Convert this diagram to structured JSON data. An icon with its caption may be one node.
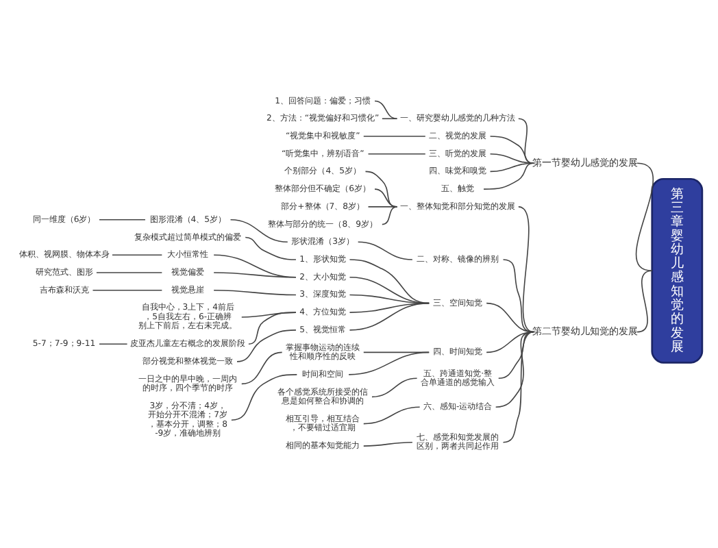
{
  "diagram": {
    "nodes": [
      {
        "text": [
          "第三章婴幼儿感知觉的发展"
        ]
      },
      {
        "text": [
          "第一节婴幼儿感觉的发展"
        ]
      },
      {
        "text": [
          "一、研究婴幼儿感觉的几种方法"
        ]
      },
      {
        "text": [
          "1、回答问题：偏爱；习惯"
        ]
      },
      {
        "text": [
          "2、方法：“视觉偏好和习惯化”"
        ]
      },
      {
        "text": [
          "二、视觉的发展"
        ]
      },
      {
        "text": [
          "“视觉集中和视敏度”"
        ]
      },
      {
        "text": [
          "三、听觉的发展"
        ]
      },
      {
        "text": [
          "“听觉集中，辨别语音”"
        ]
      },
      {
        "text": [
          "四、味觉和嗅觉"
        ]
      },
      {
        "text": [
          "五、触觉"
        ]
      },
      {
        "text": [
          "第二节婴幼儿知觉的发展"
        ]
      },
      {
        "text": [
          "一、整体知觉和部分知觉的发展"
        ]
      },
      {
        "text": [
          "个别部分（4、5岁）"
        ]
      },
      {
        "text": [
          "整体部分但不确定（6岁）"
        ]
      },
      {
        "text": [
          "部分+整体（7、8岁）"
        ]
      },
      {
        "text": [
          "整体与部分的统一（8、9岁）"
        ]
      },
      {
        "text": [
          "二、对称、镜像的辨别"
        ]
      },
      {
        "text": [
          "形状混淆（3岁）"
        ]
      },
      {
        "text": [
          "图形混淆（4、5岁）"
        ]
      },
      {
        "text": [
          "同一维度（6岁）"
        ]
      },
      {
        "text": [
          "三、空间知觉"
        ]
      },
      {
        "text": [
          "1、形状知觉"
        ]
      },
      {
        "text": [
          "复杂模式超过简单模式的偏爱"
        ]
      },
      {
        "text": [
          "2、大小知觉"
        ]
      },
      {
        "text": [
          "大小恒常性"
        ]
      },
      {
        "text": [
          "体积、视网膜、物体本身"
        ]
      },
      {
        "text": [
          "视觉偏爱"
        ]
      },
      {
        "text": [
          "研究范式、图形"
        ]
      },
      {
        "text": [
          "3、深度知觉"
        ]
      },
      {
        "text": [
          "视觉悬崖"
        ]
      },
      {
        "text": [
          "吉布森和沃克"
        ]
      },
      {
        "text": [
          "4、方位知觉"
        ]
      },
      {
        "text": [
          "自我中心，3上下，4前后，5自我左右，6-正确辨别上下前后，左右未完成。"
        ]
      },
      {
        "text": [
          "皮亚杰儿童左右概念的发展阶段"
        ]
      },
      {
        "text": [
          "5-7；7-9；9-11"
        ]
      },
      {
        "text": [
          "5、视觉恒常"
        ]
      },
      {
        "text": [
          "部分视觉和整体视觉一致"
        ]
      },
      {
        "text": [
          "四、时间知觉"
        ]
      },
      {
        "text": [
          "掌握事物运动的连续性和顺序性的反映"
        ]
      },
      {
        "text": [
          "一日之中的早中晚，一周内的时序，四个季节的时序"
        ]
      },
      {
        "text": [
          "时间和空间"
        ]
      },
      {
        "text": [
          "3岁，分不清；4岁，开始分开不混淆；7岁，基本分开，调整；8-9岁，准确地辨别"
        ]
      },
      {
        "text": [
          "五、跨通道知觉·整合单通道的感觉输入"
        ]
      },
      {
        "text": [
          "各个感觉系统所接受的信息是如何整合和协调的"
        ]
      },
      {
        "text": [
          "六、感知-运动结合"
        ]
      },
      {
        "text": [
          "相互引导，相互结合，不要错过适宜期"
        ]
      },
      {
        "text": [
          "七、感觉和知觉发展的区别，两者共同起作用"
        ]
      },
      {
        "text": [
          "相同的基本知觉能力"
        ]
      }
    ],
    "edges": [
      {
        "from": 0,
        "to": 1,
        "arrow": "none"
      },
      {
        "from": 1,
        "to": 2,
        "arrow": "none"
      },
      {
        "from": 2,
        "to": 3,
        "arrow": "none"
      },
      {
        "from": 2,
        "to": 4,
        "arrow": "none"
      },
      {
        "from": 1,
        "to": 5,
        "arrow": "none"
      },
      {
        "from": 5,
        "to": 6,
        "arrow": "none"
      },
      {
        "from": 1,
        "to": 7,
        "arrow": "none"
      },
      {
        "from": 7,
        "to": 8,
        "arrow": "none"
      },
      {
        "from": 1,
        "to": 9,
        "arrow": "none"
      },
      {
        "from": 1,
        "to": 10,
        "arrow": "none"
      },
      {
        "from": 0,
        "to": 11,
        "arrow": "none"
      },
      {
        "from": 11,
        "to": 12,
        "arrow": "none"
      },
      {
        "from": 12,
        "to": 13,
        "arrow": "none"
      },
      {
        "from": 12,
        "to": 14,
        "arrow": "none"
      },
      {
        "from": 12,
        "to": 15,
        "arrow": "none"
      },
      {
        "from": 12,
        "to": 16,
        "arrow": "none"
      },
      {
        "from": 11,
        "to": 17,
        "arrow": "none"
      },
      {
        "from": 17,
        "to": 18,
        "arrow": "none"
      },
      {
        "from": 18,
        "to": 19,
        "arrow": "none"
      },
      {
        "from": 19,
        "to": 20,
        "arrow": "none"
      },
      {
        "from": 11,
        "to": 21,
        "arrow": "none"
      },
      {
        "from": 21,
        "to": 22,
        "arrow": "none"
      },
      {
        "from": 22,
        "to": 23,
        "arrow": "none"
      },
      {
        "from": 21,
        "to": 24,
        "arrow": "none"
      },
      {
        "from": 24,
        "to": 25,
        "arrow": "none"
      },
      {
        "from": 25,
        "to": 26,
        "arrow": "none"
      },
      {
        "from": 24,
        "to": 27,
        "arrow": "none"
      },
      {
        "from": 27,
        "to": 28,
        "arrow": "none"
      },
      {
        "from": 21,
        "to": 29,
        "arrow": "none"
      },
      {
        "from": 29,
        "to": 30,
        "arrow": "none"
      },
      {
        "from": 30,
        "to": 31,
        "arrow": "none"
      },
      {
        "from": 21,
        "to": 32,
        "arrow": "none"
      },
      {
        "from": 32,
        "to": 33,
        "arrow": "none"
      },
      {
        "from": 32,
        "to": 34,
        "arrow": "none"
      },
      {
        "from": 34,
        "to": 35,
        "arrow": "none"
      },
      {
        "from": 21,
        "to": 36,
        "arrow": "none"
      },
      {
        "from": 36,
        "to": 37,
        "arrow": "none"
      },
      {
        "from": 11,
        "to": 38,
        "arrow": "none"
      },
      {
        "from": 38,
        "to": 39,
        "arrow": "none"
      },
      {
        "from": 39,
        "to": 40,
        "arrow": "none"
      },
      {
        "from": 38,
        "to": 41,
        "arrow": "none"
      },
      {
        "from": 41,
        "to": 42,
        "arrow": "none"
      },
      {
        "from": 11,
        "to": 43,
        "arrow": "none"
      },
      {
        "from": 43,
        "to": 44,
        "arrow": "none"
      },
      {
        "from": 11,
        "to": 45,
        "arrow": "none"
      },
      {
        "from": 45,
        "to": 46,
        "arrow": "none"
      },
      {
        "from": 11,
        "to": 47,
        "arrow": "none"
      },
      {
        "from": 47,
        "to": 48,
        "arrow": "none"
      }
    ]
  }
}
